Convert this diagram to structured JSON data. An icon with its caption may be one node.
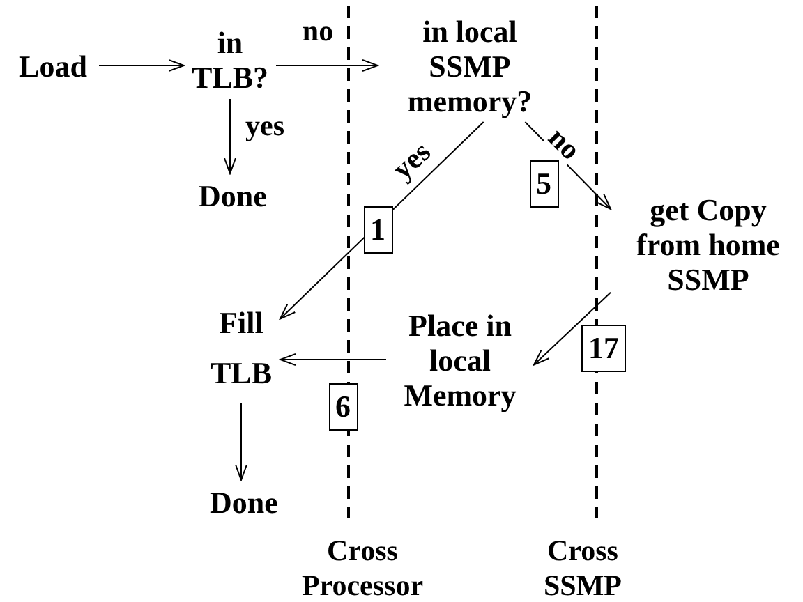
{
  "diagram": {
    "nodes": [
      {
        "text": [
          "Load"
        ]
      },
      {
        "text": [
          "in TLB?"
        ]
      },
      {
        "text": [
          "Done"
        ]
      },
      {
        "text": [
          "in local SSMP memory?"
        ]
      },
      {
        "text": [
          "get Copy from home SSMP"
        ]
      },
      {
        "text": [
          "Place in local Memory"
        ]
      },
      {
        "text": [
          "Fill TLB"
        ]
      },
      {
        "text": [
          "Done"
        ]
      }
    ],
    "edges": [
      {
        "from": 0,
        "to": 1,
        "arrow": "to"
      },
      {
        "from": 1,
        "to": 3,
        "arrow": "to",
        "label": "no"
      },
      {
        "from": 1,
        "to": 2,
        "arrow": "to",
        "label": "yes"
      },
      {
        "from": 3,
        "to": 6,
        "arrow": "to",
        "label": "yes"
      },
      {
        "from": 3,
        "to": 4,
        "arrow": "to",
        "label": "no"
      },
      {
        "from": 4,
        "to": 5,
        "arrow": "to"
      },
      {
        "from": 5,
        "to": 6,
        "arrow": "to"
      },
      {
        "from": 6,
        "to": 7,
        "arrow": "to"
      }
    ],
    "labels": [
      "5",
      "1",
      "17",
      "6",
      "Cross Processor",
      "Cross SSMP"
    ]
  }
}
